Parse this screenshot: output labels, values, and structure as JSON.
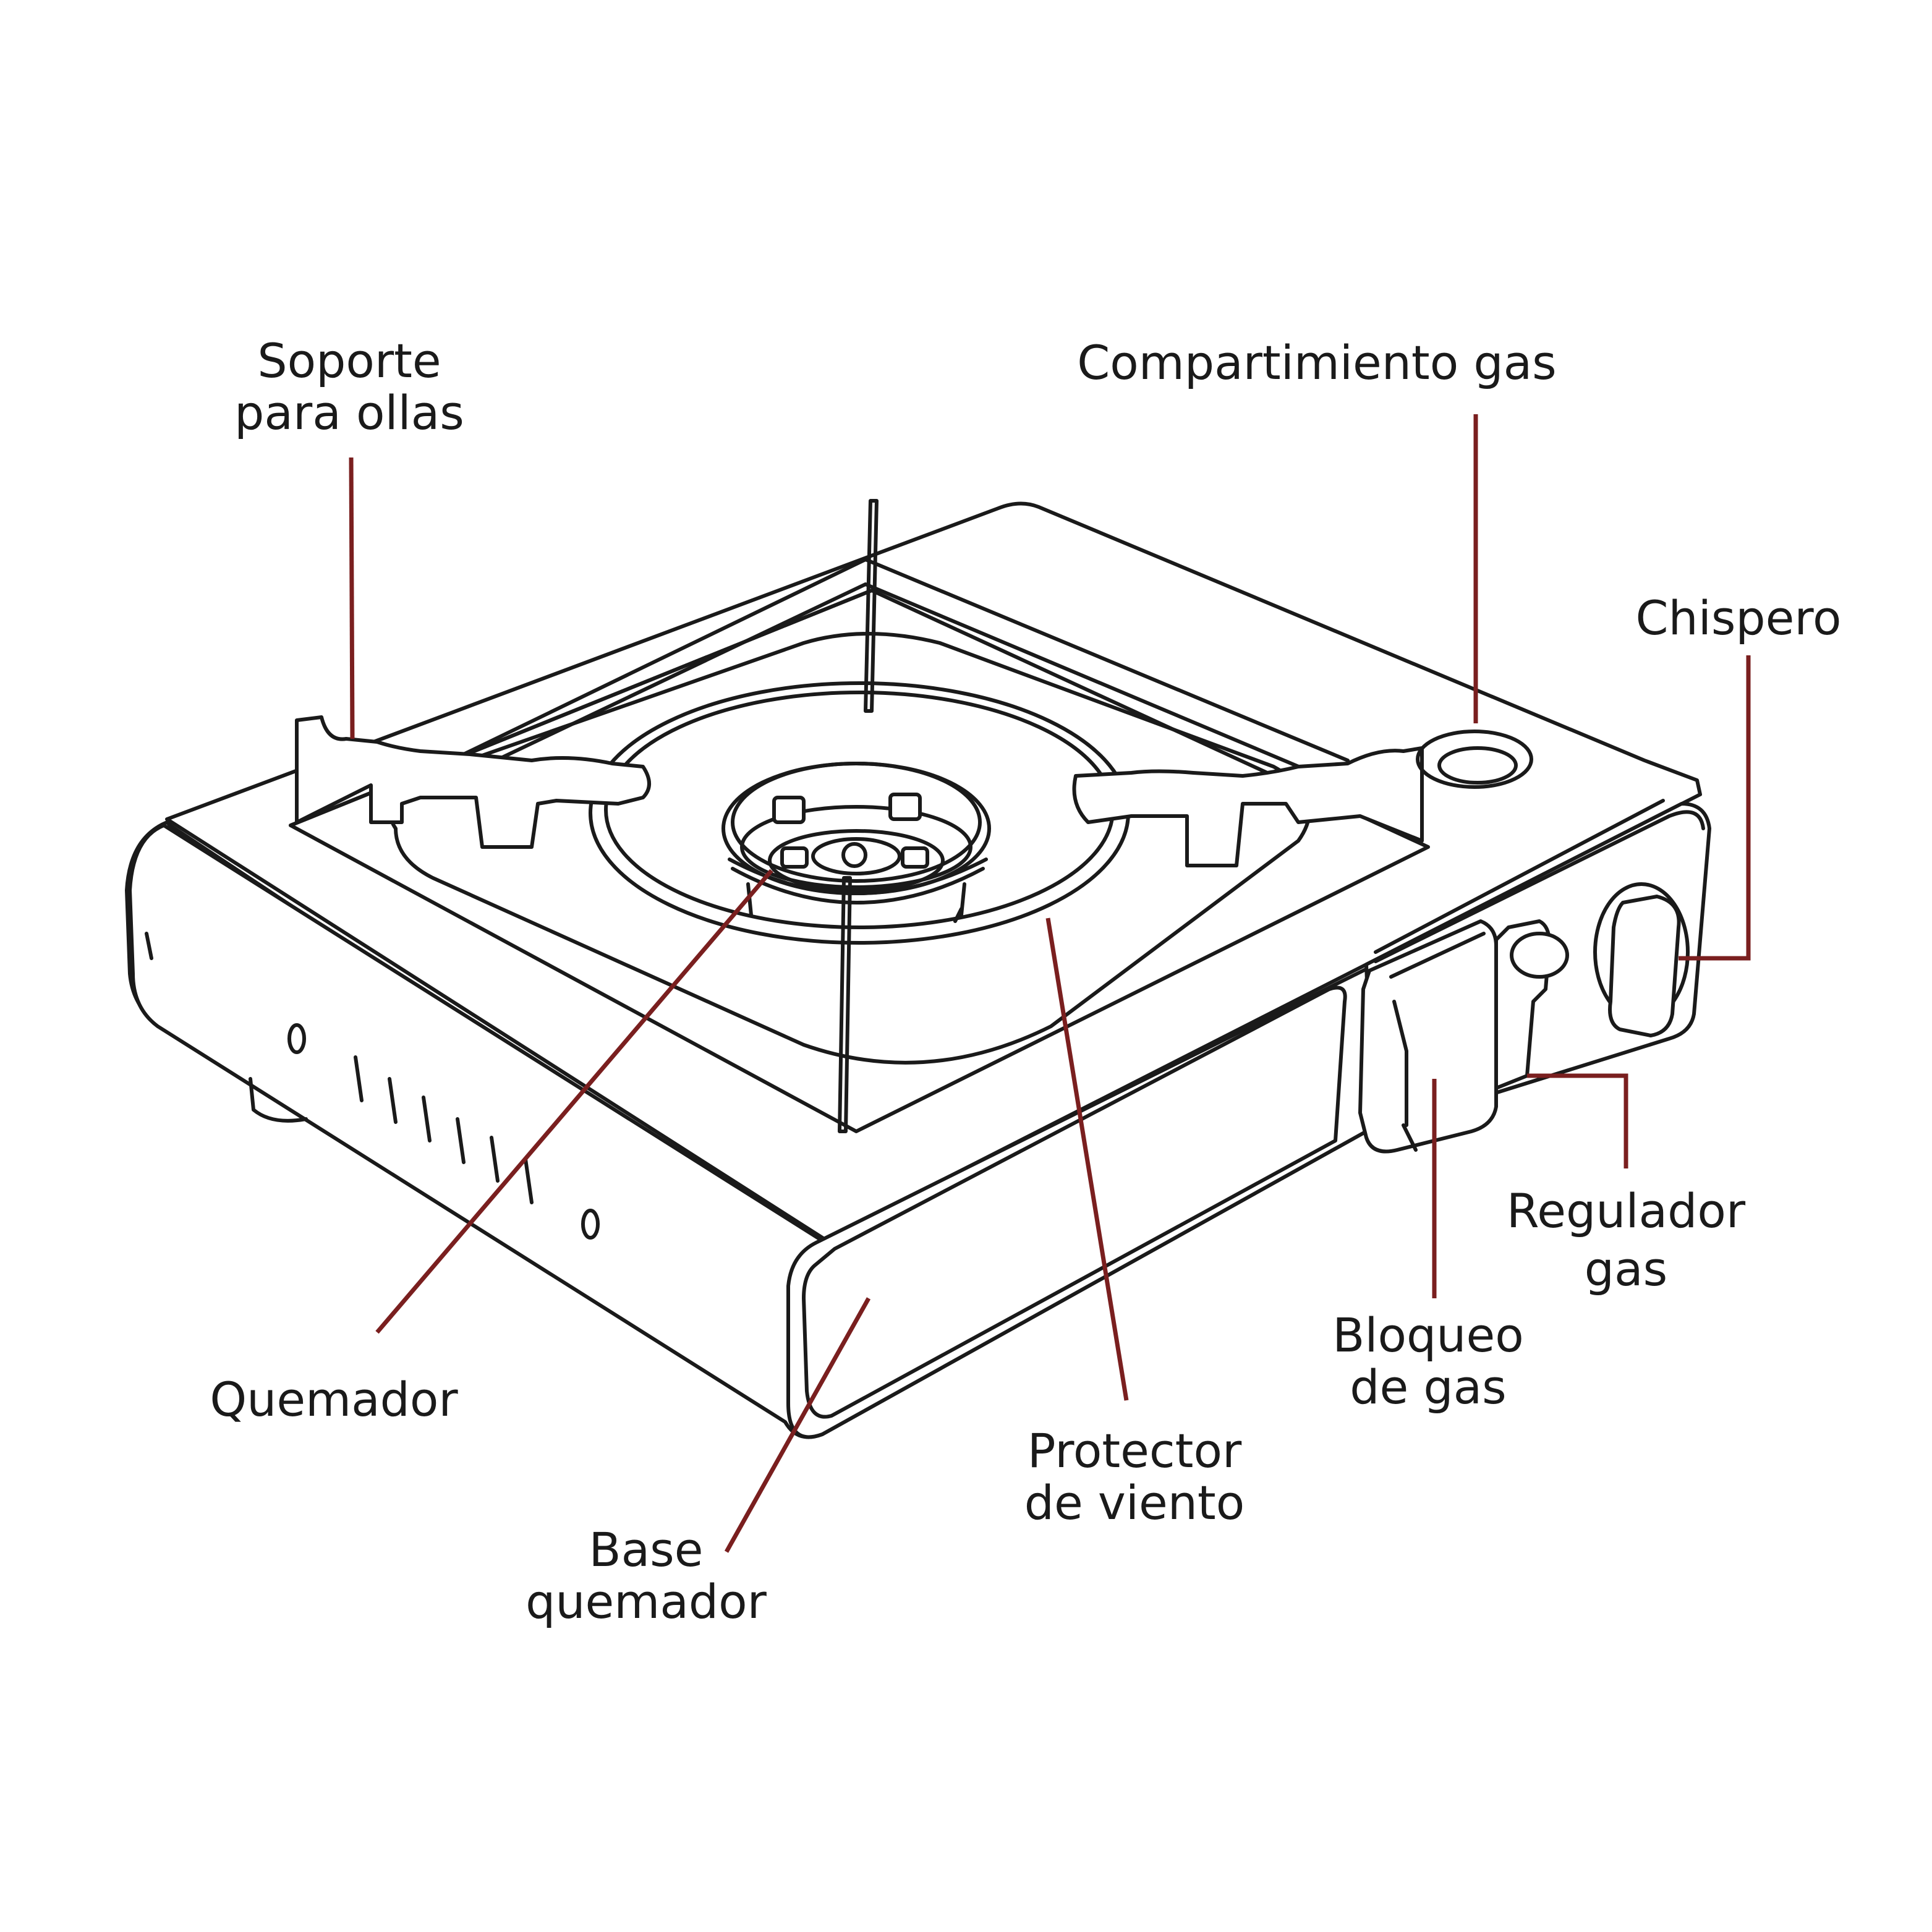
{
  "labels": {
    "pot_support": [
      "Soporte",
      "para ollas"
    ],
    "gas_compartment": "Compartimiento gas",
    "igniter": "Chispero",
    "gas_regulator": [
      "Regulador",
      "gas"
    ],
    "gas_lock": [
      "Bloqueo",
      "de gas"
    ],
    "burner": "Quemador",
    "wind_guard": [
      "Protector",
      "de viento"
    ],
    "burner_base": [
      "Base",
      "quemador"
    ]
  },
  "colors": {
    "leader": "#7a1f1f",
    "ink": "#1a1a1a",
    "background": "#ffffff"
  }
}
